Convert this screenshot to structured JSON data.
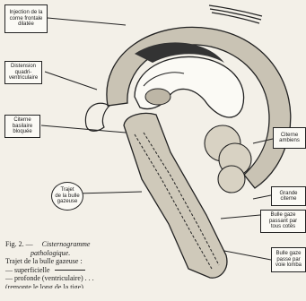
{
  "labels": {
    "injection": [
      "Injection de la",
      "corne frontale",
      "dilatée"
    ],
    "distension": [
      "Distension",
      "quadri-",
      "ventriculaire"
    ],
    "citerne_basilaire": [
      "Citerne",
      "basilaire",
      "bloquée"
    ],
    "trajet": [
      "Trajet",
      "de la bulle",
      "gazeuse"
    ],
    "citerne_ambiens": [
      "Citerne",
      "ambiens"
    ],
    "grande_citerne": [
      "Grande",
      "citerne"
    ],
    "bulle_1": [
      "Bulle gaze",
      "passant par",
      "tous cotés"
    ],
    "bulle_2": [
      "Bulle gaze",
      "passe par",
      "voie lomba"
    ]
  },
  "caption": {
    "fig": "Fig. 2. —",
    "title": "Cisternogramme",
    "subtitle": "pathologique.",
    "heading": "Trajet de la bulle gazeuse :",
    "line_superficielle": "— superficielle",
    "line_profonde": "— profonde (ventriculaire) . . .",
    "line_cut": "(remonte le long de la tige)"
  },
  "colors": {
    "ink": "#1a1a1a",
    "paper": "#f3f0e8"
  }
}
